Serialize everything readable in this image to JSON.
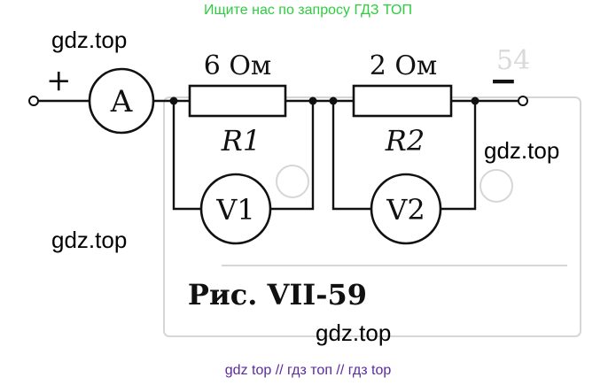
{
  "header_text": "Ищите нас по запросу ГДЗ ТОП",
  "footer_text": "gdz top  //  гдз топ  //  гдз top",
  "watermark_text": "gdz.top",
  "colors": {
    "header": "#2ecc40",
    "footer": "#5b2a9e"
  },
  "diagram": {
    "plus_sign": "+",
    "minus_sign": "−",
    "ammeter_label": "A",
    "resistor1": {
      "value": "6 Ом",
      "name": "R1"
    },
    "resistor2": {
      "value": "2 Ом",
      "name": "R2"
    },
    "voltmeter1_label": "V1",
    "voltmeter2_label": "V2",
    "caption": "Рис.  VII-59"
  }
}
